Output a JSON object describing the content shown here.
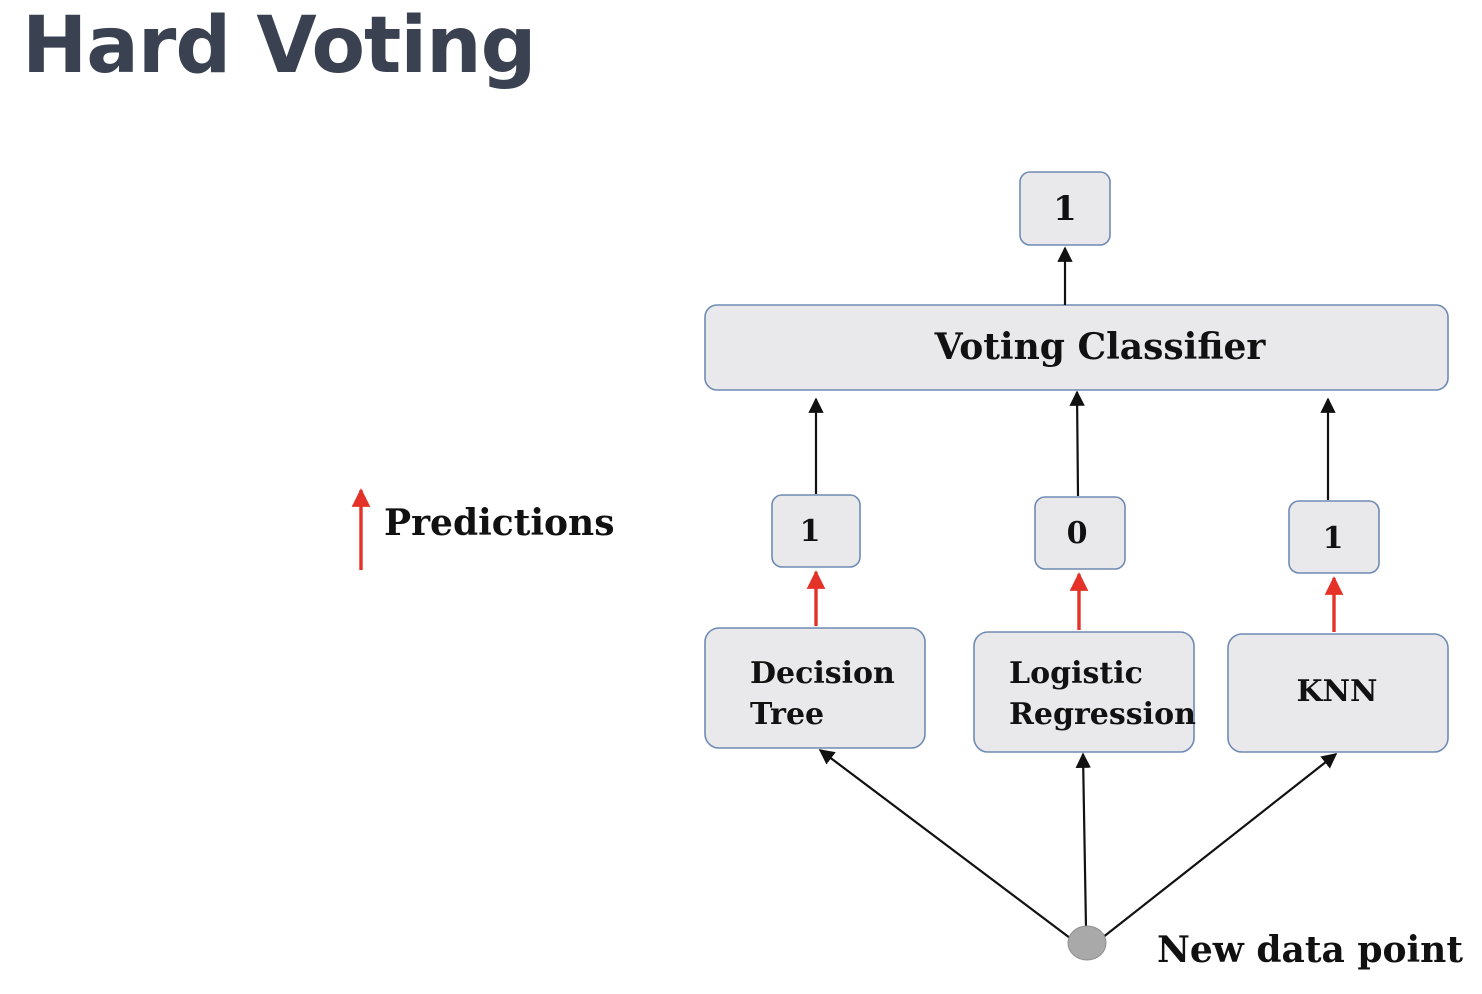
{
  "title": "Hard Voting",
  "legend": {
    "label": "Predictions",
    "arrow_color": "#e53228"
  },
  "final_output": "1",
  "aggregator": "Voting Classifier",
  "models": [
    {
      "line1": "Decision",
      "line2": "Tree",
      "prediction": "1"
    },
    {
      "line1": "Logistic",
      "line2": "Regression",
      "prediction": "0"
    },
    {
      "line1": "KNN",
      "line2": "",
      "prediction": "1"
    }
  ],
  "input_label": "New data point",
  "colors": {
    "box_fill": "#e9e9ec",
    "box_border": "#6f8bb4",
    "prediction_arrow": "#e53228",
    "flow_arrow": "#111111",
    "input_node": "#a9a9a9",
    "title": "#3a4150"
  }
}
